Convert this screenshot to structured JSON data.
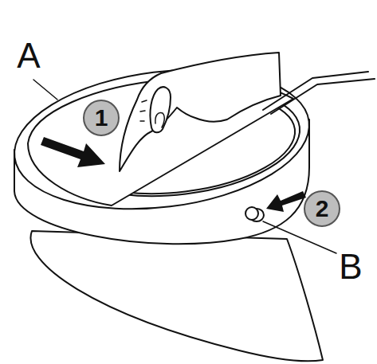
{
  "diagram": {
    "labels": [
      "A",
      "1",
      "2",
      "B"
    ]
  }
}
